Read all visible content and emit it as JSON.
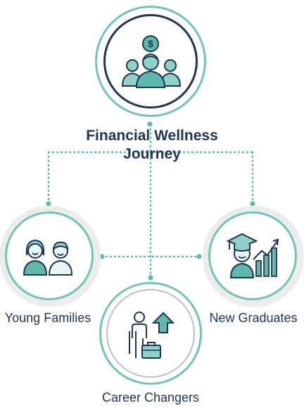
{
  "title": {
    "line1": "Financial Wellness",
    "line2": "Journey"
  },
  "nodes": {
    "left": {
      "label": "Young Families",
      "icon": "family-icon"
    },
    "right": {
      "label": "New Graduates",
      "icon": "graduate-growth-icon"
    },
    "bottom": {
      "label": "Career Changers",
      "icon": "career-change-icon"
    },
    "top": {
      "icon": "community-finance-icon"
    }
  },
  "colors": {
    "navy": "#1f3552",
    "teal": "#5fb8ab",
    "teal_light": "#8fd1c6",
    "gray_ring": "#bfbfbf",
    "halo": "#ececec"
  }
}
